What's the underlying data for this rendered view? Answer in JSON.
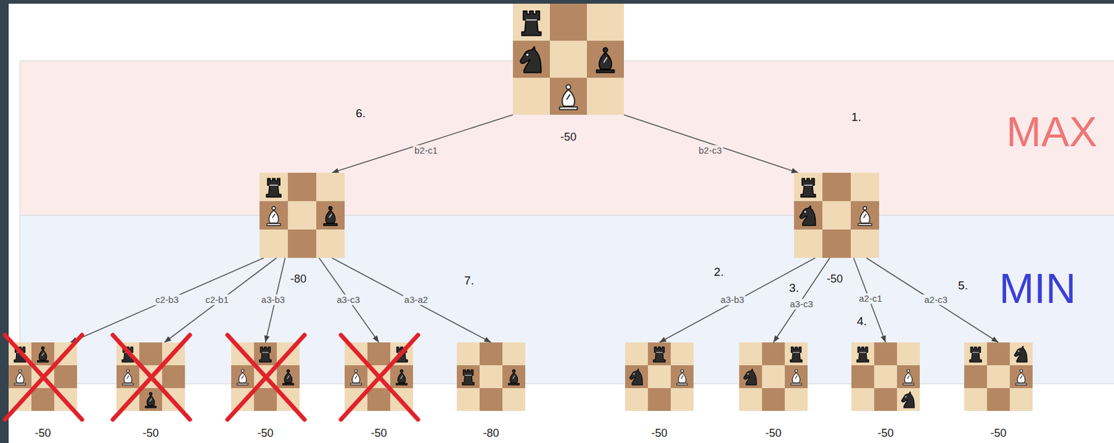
{
  "diagram": {
    "nodes": [
      {
        "text": [
          "MAX"
        ]
      },
      {
        "text": [
          "MIN"
        ]
      },
      {
        "text": [
          "-50"
        ]
      },
      {
        "text": [
          "-80"
        ]
      },
      {
        "text": [
          "-50"
        ]
      },
      {
        "text": [
          "-50"
        ]
      },
      {
        "text": [
          "-50"
        ]
      },
      {
        "text": [
          "-50"
        ]
      },
      {
        "text": [
          "-50"
        ]
      },
      {
        "text": [
          "-80"
        ]
      },
      {
        "text": [
          "-50"
        ]
      },
      {
        "text": [
          "-50"
        ]
      },
      {
        "text": [
          "-50"
        ]
      },
      {
        "text": [
          "-50"
        ]
      }
    ],
    "edges": [
      {
        "from": 2,
        "to": 3,
        "label": "b2-c1",
        "arrow": "to"
      },
      {
        "from": 2,
        "to": 4,
        "label": "b2-c3",
        "arrow": "to"
      },
      {
        "from": 3,
        "to": 5,
        "label": "c2-b3",
        "arrow": "to"
      },
      {
        "from": 3,
        "to": 6,
        "label": "c2-b1",
        "arrow": "to"
      },
      {
        "from": 3,
        "to": 7,
        "label": "a3-b3",
        "arrow": "to"
      },
      {
        "from": 3,
        "to": 8,
        "label": "a3-c3",
        "arrow": "to"
      },
      {
        "from": 3,
        "to": 9,
        "label": "a3-a2",
        "arrow": "to"
      },
      {
        "from": 4,
        "to": 10,
        "label": "a3-b3",
        "arrow": "to"
      },
      {
        "from": 4,
        "to": 11,
        "label": "a3-c3",
        "arrow": "to"
      },
      {
        "from": 4,
        "to": 12,
        "label": "a2-c1",
        "arrow": "to"
      },
      {
        "from": 4,
        "to": 13,
        "label": "a2-c3",
        "arrow": "to"
      }
    ],
    "labels": [
      "6.",
      "1.",
      "2.",
      "7.",
      "5.",
      "3.",
      "4."
    ]
  }
}
